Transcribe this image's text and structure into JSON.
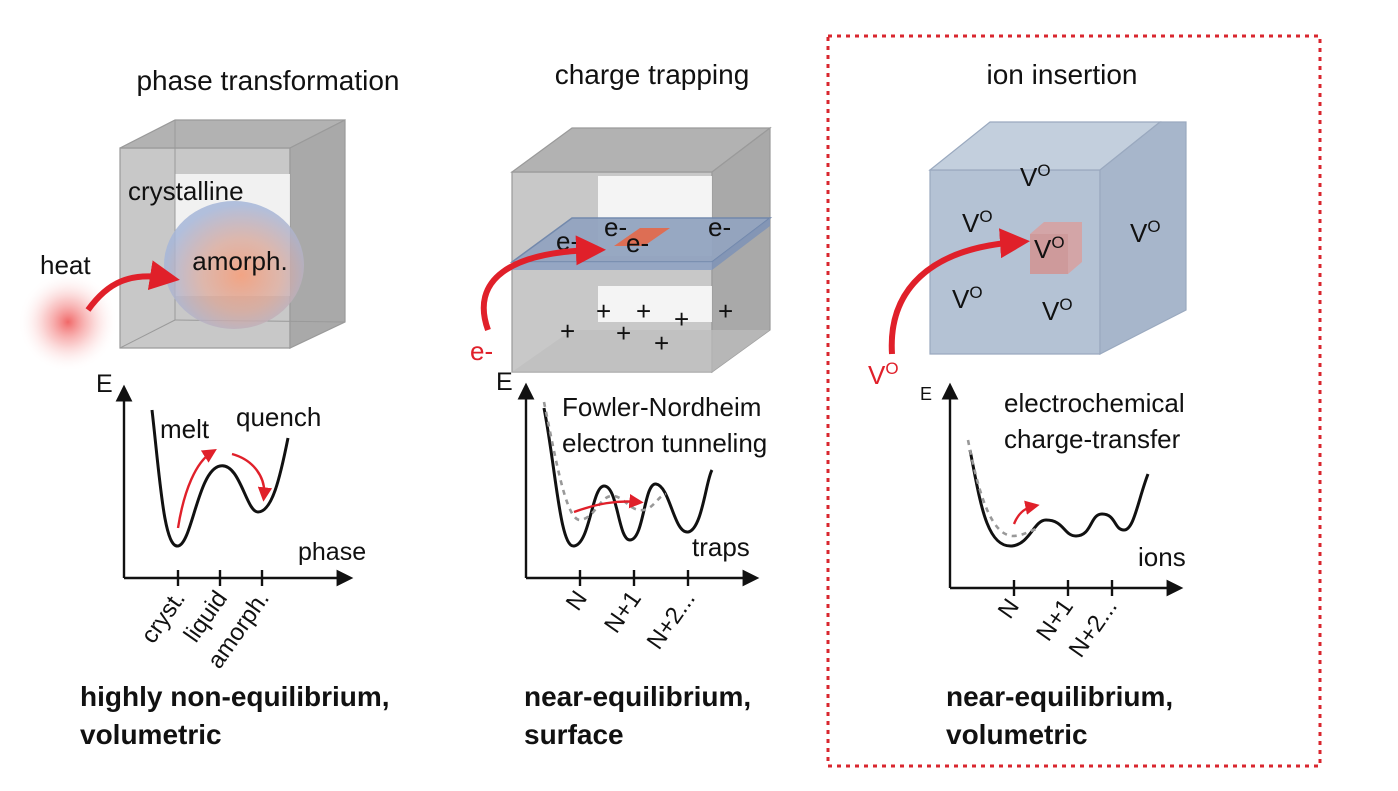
{
  "panels": {
    "phase": {
      "title": "phase transformation",
      "crystalline": "crystalline",
      "amorph": "amorph.",
      "heat": "heat",
      "axis_e": "E",
      "axis_x": "phase",
      "melt": "melt",
      "quench": "quench",
      "ticks": [
        "cryst.",
        "liquid",
        "amorph."
      ],
      "summary_line1": "highly non-equilibrium,",
      "summary_line2": "volumetric"
    },
    "charge": {
      "title": "charge trapping",
      "electron": "e-",
      "hole": "+",
      "axis_e": "E",
      "tunnel_line1": "Fowler-Nordheim",
      "tunnel_line2": "electron tunneling",
      "traps": "traps",
      "ticks": [
        "N",
        "N+1",
        "N+2..."
      ],
      "summary_line1": "near-equilibrium,",
      "summary_line2": "surface"
    },
    "ion": {
      "title": "ion insertion",
      "vacancy_base": "V",
      "vacancy_sup": "O",
      "axis_e": "E",
      "transfer_line1": "electrochemical",
      "transfer_line2": "charge-transfer",
      "ions": "ions",
      "ticks": [
        "N",
        "N+1",
        "N+2..."
      ],
      "summary_line1": "near-equilibrium,",
      "summary_line2": "volumetric"
    }
  },
  "colors": {
    "arrow_red": "#e0202a",
    "box_gray": "#c3c3c3",
    "box_blue": "#b4c2d4",
    "highlight_border": "#d9262e"
  }
}
